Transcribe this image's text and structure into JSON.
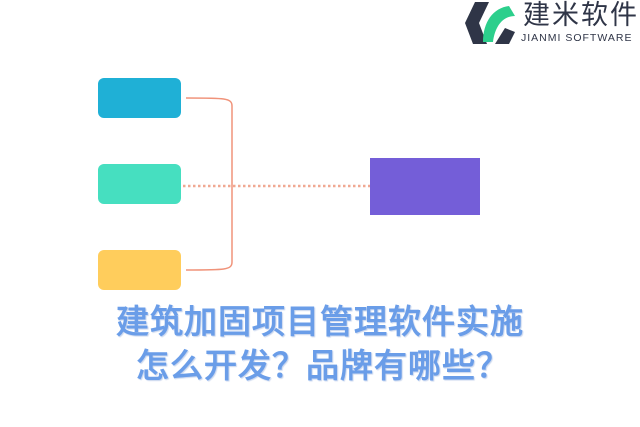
{
  "logo": {
    "name_cn": "建米软件",
    "name_en": "JIANMI SOFTWARE"
  },
  "title": {
    "line1": "建筑加固项目管理软件实施",
    "line2": "怎么开发？品牌有哪些？"
  },
  "colors": {
    "box1": "#1fb0d6",
    "box2": "#46dfc0",
    "box3": "#ffcd5c",
    "target": "#745ed8",
    "connector": "#f0937a",
    "title": "#6a9de8"
  }
}
